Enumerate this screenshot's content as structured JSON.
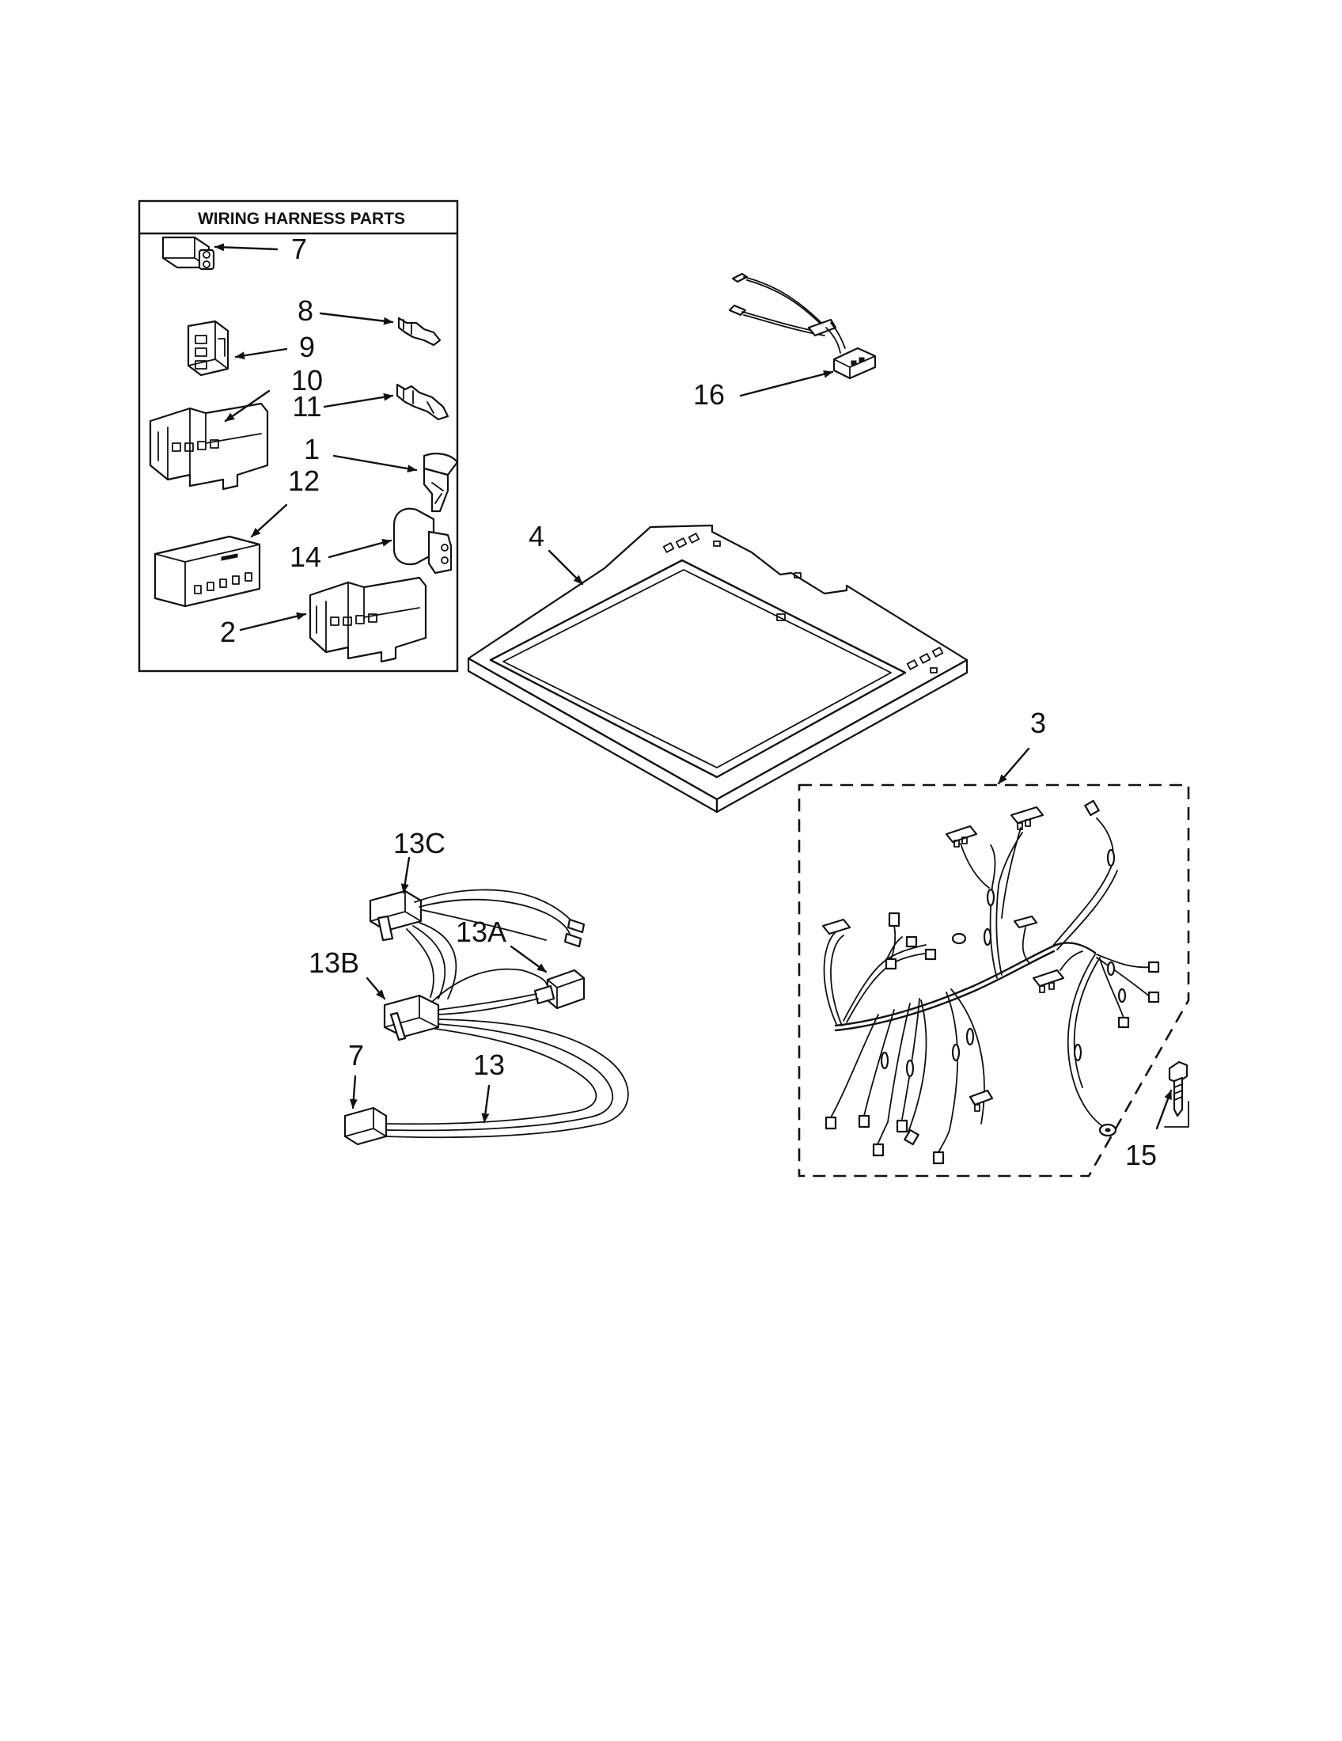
{
  "inset_box": {
    "title": "WIRING HARNESS PARTS"
  },
  "labels": {
    "p7_inset": "7",
    "p8": "8",
    "p9": "9",
    "p10": "10",
    "p11": "11",
    "p1": "1",
    "p12": "12",
    "p14": "14",
    "p2": "2",
    "p16": "16",
    "p4": "4",
    "p3": "3",
    "p13c": "13C",
    "p13a": "13A",
    "p13b": "13B",
    "p7": "7",
    "p13": "13",
    "p15": "15"
  }
}
